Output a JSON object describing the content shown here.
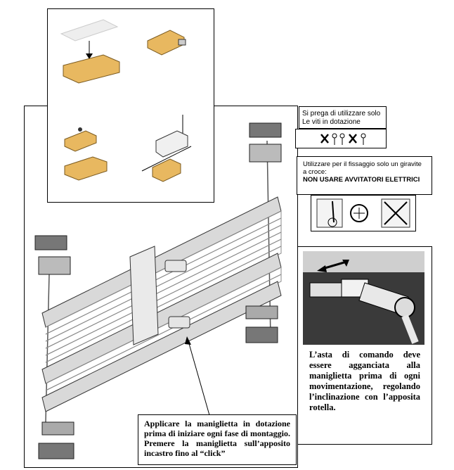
{
  "screws_note": {
    "line1": "Si prega di utilizzare solo",
    "line2": "Le viti in dotazione"
  },
  "screwdriver_note": {
    "line1": "Utilizzare per il fissaggio solo un giravite",
    "line2": "a croce:",
    "line3": "NON USARE AVVITATORI ELETTRICI"
  },
  "wand_caption": "L’asta di comando deve essere agganciata alla maniglietta prima di ogni movimentazione, regolando l’inclinazione con l’apposita rotella.",
  "handle_caption": "Applicare la maniglietta in dotazione prima di iniziare ogni fase di montaggio. Premere la maniglietta sull’apposito incastro fino al “click”",
  "colors": {
    "bracket": "#e8b860",
    "border": "#000000",
    "photo_bg": "#3a3a3a"
  }
}
